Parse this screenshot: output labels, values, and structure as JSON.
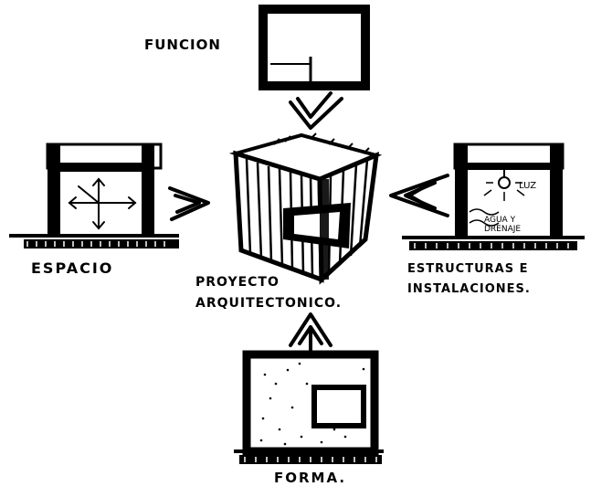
{
  "labels": {
    "funcion": "FUNCION",
    "espacio": "ESPACIO",
    "proyecto": "PROYECTO ARQUITECTONICO.",
    "estructura": "ESTRUCTURAS E INSTALACIONES.",
    "forma": "FORMA.",
    "luz": "LUZ",
    "agua": "AGUA Y DRENAJE"
  }
}
